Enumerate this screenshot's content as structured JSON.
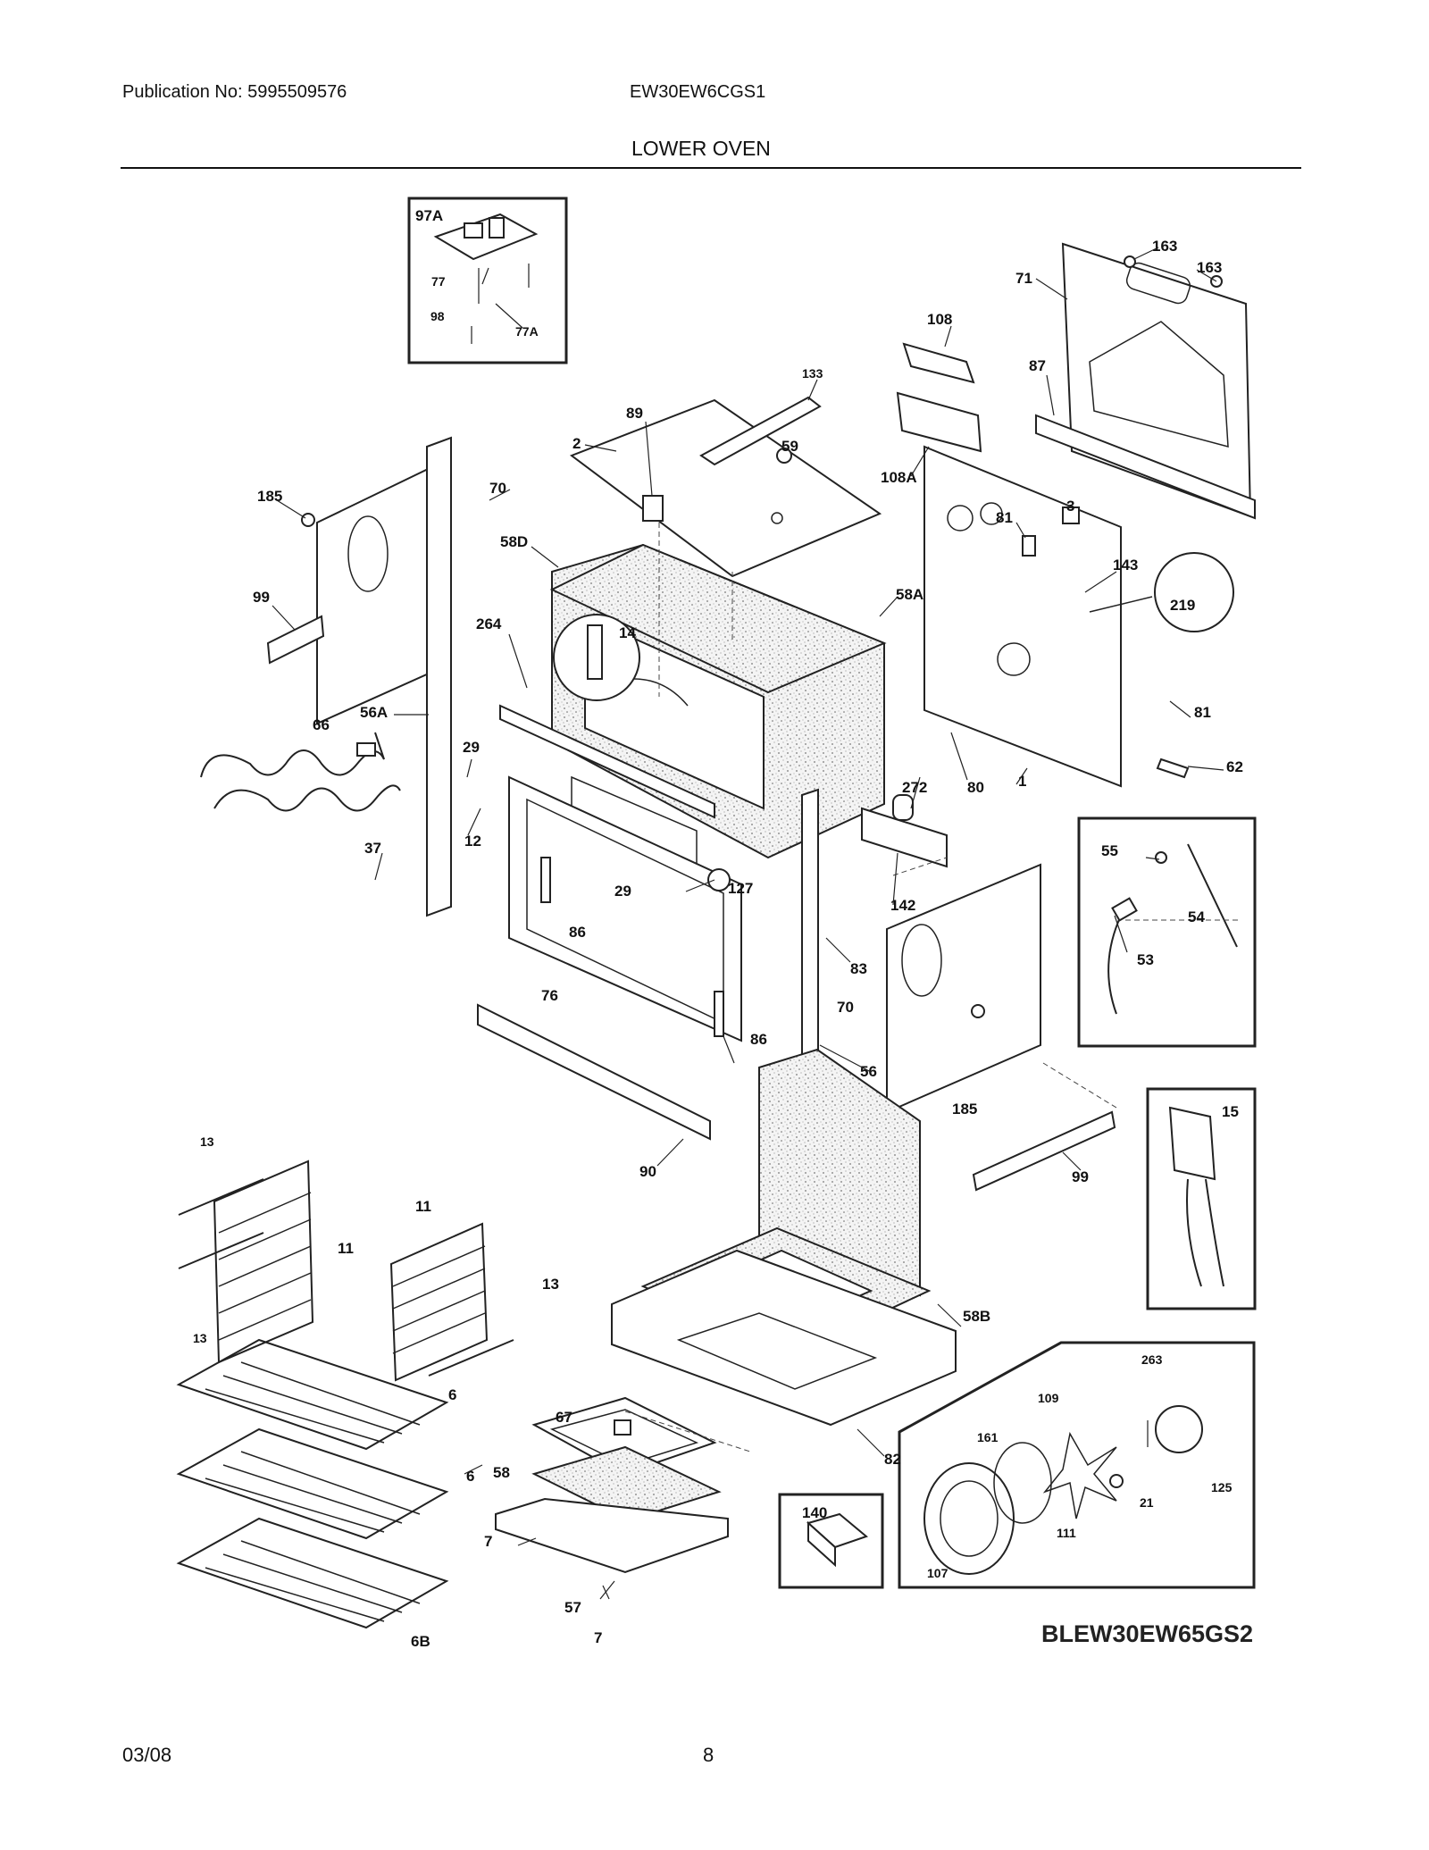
{
  "header": {
    "publication": "Publication No: 5995509576",
    "model": "EW30EW6CGS1",
    "section": "LOWER OVEN"
  },
  "footer": {
    "date": "03/08",
    "page": "8"
  },
  "diagram_code": "BLEW30EW65GS2",
  "callouts": {
    "c97A": "97A",
    "c77": "77",
    "c77A": "77A",
    "c98": "98",
    "c163a": "163",
    "c163b": "163",
    "c71": "71",
    "c87": "87",
    "c108": "108",
    "c108A": "108A",
    "c133": "133",
    "c89": "89",
    "c2": "2",
    "c59": "59",
    "c185a": "185",
    "c70a": "70",
    "c99a": "99",
    "c58D": "58D",
    "c264": "264",
    "c14": "14",
    "c58A": "58A",
    "c81a": "81",
    "c3": "3",
    "c143": "143",
    "c219": "219",
    "c81b": "81",
    "c62": "62",
    "c1": "1",
    "c80": "80",
    "c272": "272",
    "c56A": "56A",
    "c66": "66",
    "c29a": "29",
    "c12": "12",
    "c37": "37",
    "c29b": "29",
    "c127": "127",
    "c86a": "86",
    "c76": "76",
    "c86b": "86",
    "c142": "142",
    "c83": "83",
    "c70b": "70",
    "c185b": "185",
    "c56": "56",
    "c90": "90",
    "c55": "55",
    "c54": "54",
    "c53": "53",
    "c15": "15",
    "c99b": "99",
    "c13a": "13",
    "c11a": "11",
    "c13b": "13",
    "c11b": "11",
    "c13c": "13",
    "c58B": "58B",
    "c6a": "6",
    "c6b": "6",
    "c6B": "6B",
    "c67": "67",
    "c58": "58",
    "c82": "82",
    "c7a": "7",
    "c57": "57",
    "c7b": "7",
    "c140": "140",
    "c263": "263",
    "c109": "109",
    "c161": "161",
    "c21": "21",
    "c125": "125",
    "c111": "111",
    "c107": "107"
  }
}
